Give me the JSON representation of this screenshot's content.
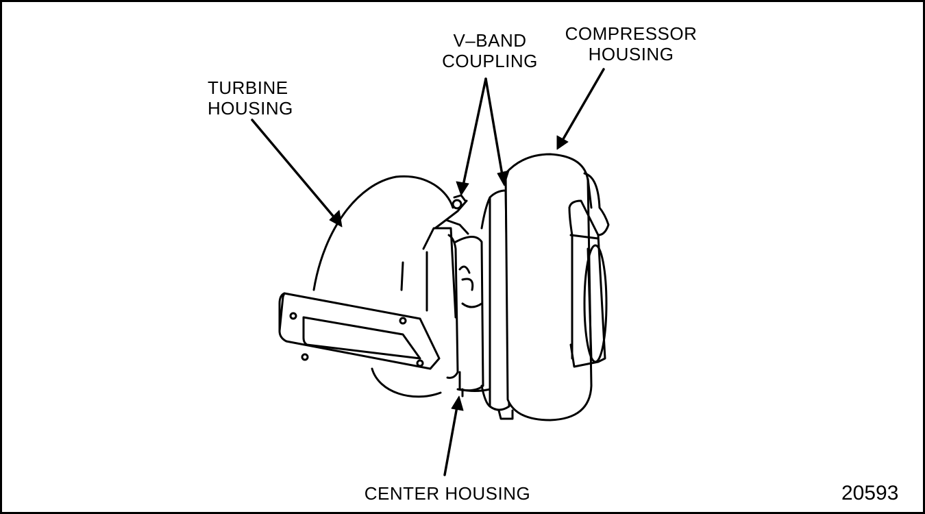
{
  "labels": {
    "turbine_housing": [
      "TURBINE",
      "HOUSING"
    ],
    "v_band_coupling": [
      "V–BAND",
      "COUPLING"
    ],
    "compressor_housing": [
      "COMPRESSOR",
      "HOUSING"
    ],
    "center_housing": "CENTER HOUSING"
  },
  "figure_number": "20593",
  "colors": {
    "line": "#000000",
    "background": "#ffffff"
  }
}
